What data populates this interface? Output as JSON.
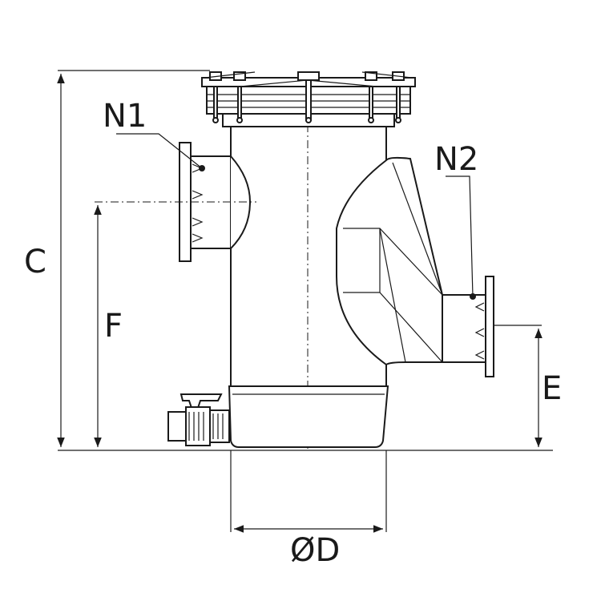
{
  "diagram": {
    "labels": {
      "n1": "N1",
      "n2": "N2",
      "c": "C",
      "f": "F",
      "e": "E",
      "d": "ØD"
    },
    "colors": {
      "line": "#1a1a1a",
      "background": "#ffffff"
    }
  }
}
